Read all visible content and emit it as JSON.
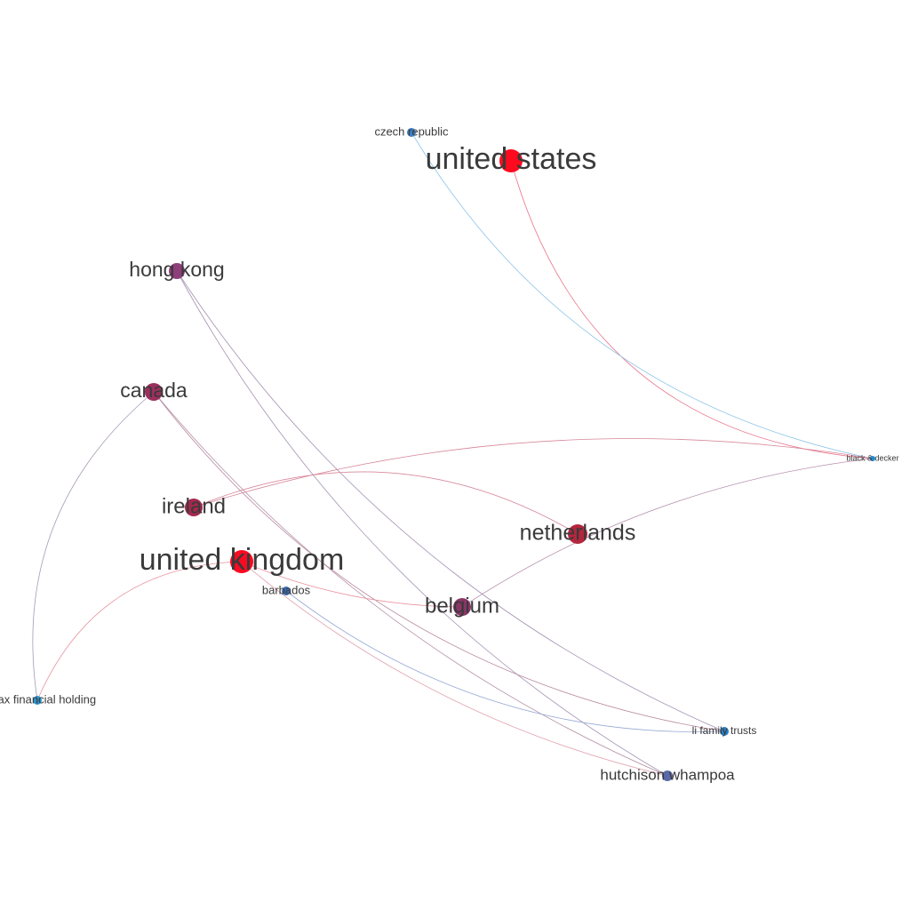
{
  "graph": {
    "nodes": [
      {
        "id": "united_states",
        "label": "united states",
        "color": "#fe0a1e",
        "weight": "largest"
      },
      {
        "id": "czech_republic",
        "label": "czech republic",
        "color": "#3b7fc4",
        "weight": "small"
      },
      {
        "id": "hong_kong",
        "label": "hong kong",
        "color": "#8e3f7a",
        "weight": "medium"
      },
      {
        "id": "canada",
        "label": "canada",
        "color": "#9c2f5e",
        "weight": "medium"
      },
      {
        "id": "ireland",
        "label": "ireland",
        "color": "#a5284f",
        "weight": "medium"
      },
      {
        "id": "united_kingdom",
        "label": "united kingdom",
        "color": "#fa0a22",
        "weight": "largest"
      },
      {
        "id": "barbados",
        "label": "barbados",
        "color": "#3a6db5",
        "weight": "small"
      },
      {
        "id": "netherlands",
        "label": "netherlands",
        "color": "#b4263d",
        "weight": "medium"
      },
      {
        "id": "belgium",
        "label": "belgium",
        "color": "#8a3566",
        "weight": "medium"
      },
      {
        "id": "black_decker",
        "label": "black & decker",
        "color": "#1f8ed2",
        "weight": "tiny"
      },
      {
        "id": "fairfax_financial",
        "label": "fairfax financial holding",
        "color": "#2a93cc",
        "weight": "small"
      },
      {
        "id": "li_family_trusts",
        "label": "li family trusts",
        "color": "#2a7cc0",
        "weight": "small"
      },
      {
        "id": "hutchison_whampoa",
        "label": "hutchison whampoa",
        "color": "#5a6aa8",
        "weight": "small"
      }
    ],
    "edges": [
      {
        "source": "united_states",
        "target": "black_decker",
        "color": "#e8728a"
      },
      {
        "source": "czech_republic",
        "target": "black_decker",
        "color": "#8cc4e8"
      },
      {
        "source": "hong_kong",
        "target": "li_family_trusts",
        "color": "#a592b2"
      },
      {
        "source": "hong_kong",
        "target": "hutchison_whampoa",
        "color": "#a592b2"
      },
      {
        "source": "canada",
        "target": "fairfax_financial",
        "color": "#a89ab2"
      },
      {
        "source": "canada",
        "target": "li_family_trusts",
        "color": "#b8889e"
      },
      {
        "source": "canada",
        "target": "hutchison_whampoa",
        "color": "#b592a8"
      },
      {
        "source": "ireland",
        "target": "netherlands",
        "color": "#d8879a"
      },
      {
        "source": "ireland",
        "target": "black_decker",
        "color": "#d8879a"
      },
      {
        "source": "united_kingdom",
        "target": "fairfax_financial",
        "color": "#e8929f"
      },
      {
        "source": "united_kingdom",
        "target": "belgium",
        "color": "#e8929f"
      },
      {
        "source": "united_kingdom",
        "target": "hutchison_whampoa",
        "color": "#e0a0ae"
      },
      {
        "source": "barbados",
        "target": "li_family_trusts",
        "color": "#96a8d6"
      },
      {
        "source": "belgium",
        "target": "black_decker",
        "color": "#b892ae"
      }
    ]
  }
}
